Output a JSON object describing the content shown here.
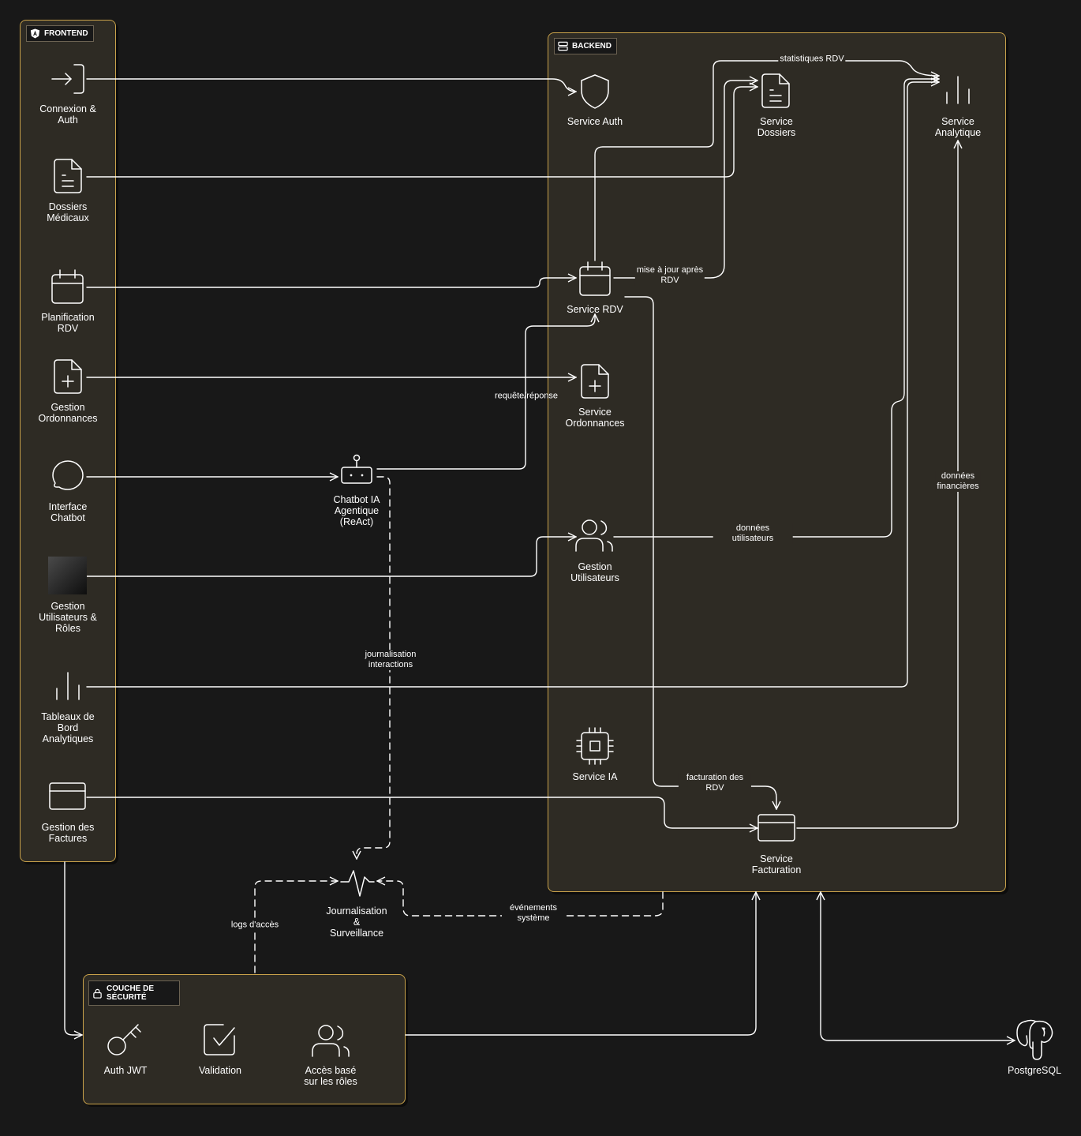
{
  "groups": {
    "frontend": "FRONTEND",
    "backend": "BACKEND",
    "security": "COUCHE DE\nSÉCURITÉ"
  },
  "frontend": {
    "login": "Connexion &\nAuth",
    "records": "Dossiers\nMédicaux",
    "scheduling": "Planification\nRDV",
    "prescriptions": "Gestion\nOrdonnances",
    "chatbot": "Interface\nChatbot",
    "users_roles": "Gestion\nUtilisateurs &\nRôles",
    "dashboards": "Tableaux de\nBord\nAnalytiques",
    "invoices": "Gestion des\nFactures"
  },
  "backend": {
    "auth": "Service Auth",
    "records": "Service\nDossiers",
    "analytics": "Service\nAnalytique",
    "rdv": "Service RDV",
    "prescriptions": "Service\nOrdonnances",
    "users": "Gestion\nUtilisateurs",
    "ai": "Service IA",
    "billing": "Service\nFacturation"
  },
  "security": {
    "jwt": "Auth JWT",
    "validation": "Validation",
    "rbac": "Accès basé\nsur les rôles"
  },
  "standalone": {
    "chatbot_ai": "Chatbot IA\nAgentique\n(ReAct)",
    "logging": "Journalisation\n&\nSurveillance",
    "postgres": "PostgreSQL"
  },
  "edges": {
    "rdv_stats": "statistiques RDV",
    "update_after_rdv": "mise à jour après\nRDV",
    "request_response": "requête/réponse",
    "user_data": "données\nutilisateurs",
    "financial_data": "données\nfinancières",
    "interaction_logging": "journalisation\ninteractions",
    "rdv_billing": "facturation des\nRDV",
    "access_logs": "logs d'accès",
    "system_events": "événements\nsystème"
  },
  "colors": {
    "background": "#181818",
    "group_fill": "#2e2b24",
    "group_border": "#c9a24a",
    "line": "#ffffff"
  }
}
